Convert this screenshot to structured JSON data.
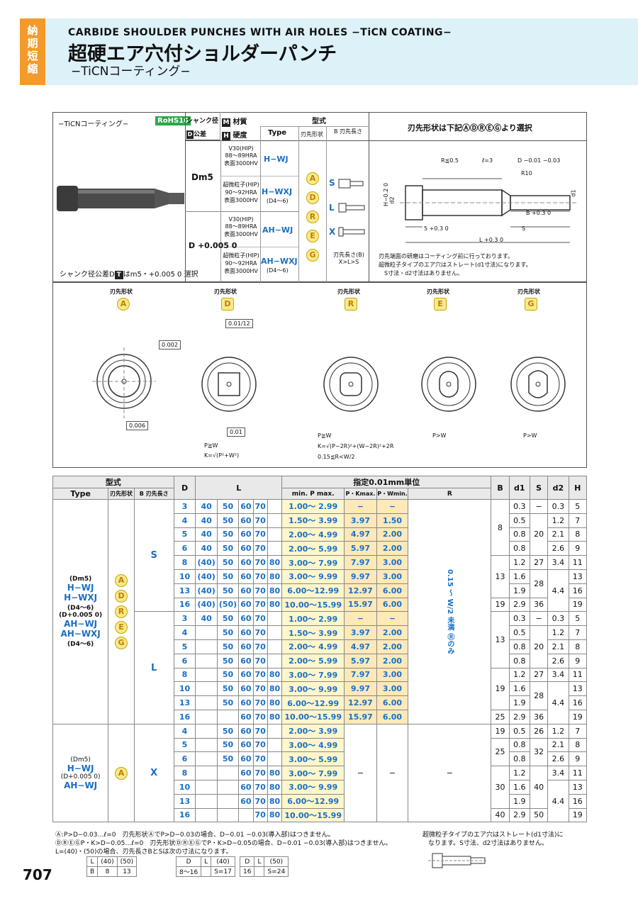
{
  "header": {
    "side_tab": [
      "納",
      "期",
      "短",
      "縮"
    ],
    "title_en": "CARBIDE SHOULDER PUNCHES WITH AIR HOLES −TiCN COATING−",
    "title_jp": "超硬エア穴付ショルダーパンチ",
    "subtitle_jp": "−TiCNコーティング−"
  },
  "top_panel": {
    "coating_label": "−TiCNコーティング−",
    "rohs": "RoHS10",
    "shank_note": "シャンク径公差D",
    "shank_note_tail": "はm5・+0.005 0 選択",
    "col_shank": "シャンク径",
    "col_tol": "公差",
    "col_material": "材質",
    "col_hardness": "硬度",
    "col_type_group": "型式",
    "col_type": "Type",
    "col_tip": "刃先形状",
    "col_b": "B 刃先長さ",
    "tip_select_title": "刃先形状は下記ⒶⒹⓇⒺⒼより選択",
    "rows": [
      {
        "shank": "Dm5",
        "mat1": "V30(HIP) 88〜89HRA 表面3000HV",
        "type1": "H−WJ",
        "mat2": "超微粒子(HIP) 90〜92HRA 表面3000HV",
        "type2": "H−WXJ",
        "range2": "(D4〜6)"
      },
      {
        "shank": "D +0.005 0",
        "mat1": "V30(HIP) 88〜89HRA 表面3000HV",
        "type1": "AH−WJ",
        "mat2": "超微粒子(HIP) 90〜92HRA 表面3000HV",
        "type2": "AH−WXJ",
        "range2": "(D4〜6)"
      }
    ],
    "tip_shapes": [
      "A",
      "D",
      "R",
      "E",
      "G"
    ],
    "b_shapes": [
      "S",
      "L",
      "X"
    ],
    "b_note": "刃先長さ(B) X>L>S",
    "drawing_notes": [
      "刃先端面の研磨はコーティング前に行っております。",
      "超微粒子タイプのエア穴はストレート(d1寸法)になります。",
      "S寸法・d2寸法はありません。"
    ],
    "dims": [
      "R≦0.5",
      "ℓ=3",
      "D −0.01 −0.03",
      "R10",
      "B +0.3 0",
      "S",
      "5 +0.3 0",
      "L +0.3 0",
      "H−0.2 0",
      "d2",
      "d1"
    ]
  },
  "tip_panel": {
    "label": "刃先形状",
    "shapes": [
      "A",
      "D",
      "R",
      "E",
      "G"
    ],
    "notes_d": [
      "P≧W",
      "K=√(P²+W²)"
    ],
    "notes_r": [
      "P≧W",
      "K=√(P−2R)²+(W−2R)²+2R",
      "0.15≦R<W/2"
    ],
    "notes_e": [
      "P>W"
    ],
    "notes_g": [
      "P>W"
    ],
    "tol_a": "0.002",
    "tol_a2": "0.006",
    "tol_d": "0.01/12",
    "tol_d2": "0.01"
  },
  "table": {
    "h_type_group": "型式",
    "h_type": "Type",
    "h_tip": "刃先形状",
    "h_b": "B 刃先長さ",
    "h_d": "D",
    "h_l": "L",
    "h_spec": "指定0.01mm単位",
    "h_a": "Ⓐ",
    "h_dreg": "ⒹⓇⒺⒼ",
    "h_r": "Ⓡ",
    "h_a_sub": "min. P max.",
    "h_pk": "P・Kmax.",
    "h_pw": "P・Wmin.",
    "h_r_sub": "R",
    "h_B": "B",
    "h_d1": "d1",
    "h_S": "S",
    "h_d2": "d2",
    "h_H": "H",
    "r_note": "0.15 〜 W/2 未満 Ⓡのみ",
    "group1_types": [
      "(Dm5)",
      "H−WJ",
      "H−WXJ",
      "(D4〜6)",
      "(D+0.005 0)",
      "AH−WJ",
      "AH−WXJ",
      "(D4〜6)"
    ],
    "group1_tips": [
      "A",
      "D",
      "R",
      "E",
      "G"
    ],
    "group2_types": [
      "(Dm5)",
      "H−WJ",
      "(D+0.005 0)",
      "AH−WJ"
    ],
    "group2_tips": [
      "A"
    ],
    "rows": [
      [
        "S",
        "3",
        "40",
        "50",
        "60",
        "70",
        "",
        "1.00〜 2.99",
        "−",
        "−",
        "8",
        "0.3",
        "−",
        "0.3",
        "5"
      ],
      [
        "S",
        "4",
        "40",
        "50",
        "60",
        "70",
        "",
        "1.50〜 3.99",
        "3.97",
        "1.50",
        "8",
        "0.5",
        "20",
        "1.2",
        "7"
      ],
      [
        "S",
        "5",
        "40",
        "50",
        "60",
        "70",
        "",
        "2.00〜 4.99",
        "4.97",
        "2.00",
        "8",
        "0.8",
        "20",
        "2.1",
        "8"
      ],
      [
        "S",
        "6",
        "40",
        "50",
        "60",
        "70",
        "",
        "2.00〜 5.99",
        "5.97",
        "2.00",
        "8",
        "0.8",
        "20",
        "2.6",
        "9"
      ],
      [
        "S",
        "8",
        "(40)",
        "50",
        "60",
        "70",
        "80",
        "3.00〜 7.99",
        "7.97",
        "3.00",
        "13",
        "1.2",
        "27",
        "3.4",
        "11"
      ],
      [
        "S",
        "10",
        "(40)",
        "50",
        "60",
        "70",
        "80",
        "3.00〜 9.99",
        "9.97",
        "3.00",
        "13",
        "1.6",
        "28",
        "4.4",
        "13"
      ],
      [
        "S",
        "13",
        "(40)",
        "50",
        "60",
        "70",
        "80",
        "6.00〜12.99",
        "12.97",
        "6.00",
        "13",
        "1.9",
        "28",
        "4.4",
        "16"
      ],
      [
        "S",
        "16",
        "(40)",
        "(50)",
        "60",
        "70",
        "80",
        "10.00〜15.99",
        "15.97",
        "6.00",
        "19",
        "2.9",
        "36",
        "4.4",
        "19"
      ],
      [
        "L",
        "3",
        "40",
        "50",
        "60",
        "70",
        "",
        "1.00〜 2.99",
        "−",
        "−",
        "13",
        "0.3",
        "−",
        "0.3",
        "5"
      ],
      [
        "L",
        "4",
        "",
        "50",
        "60",
        "70",
        "",
        "1.50〜 3.99",
        "3.97",
        "2.00",
        "13",
        "0.5",
        "20",
        "1.2",
        "7"
      ],
      [
        "L",
        "5",
        "",
        "50",
        "60",
        "70",
        "",
        "2.00〜 4.99",
        "4.97",
        "2.00",
        "13",
        "0.8",
        "20",
        "2.1",
        "8"
      ],
      [
        "L",
        "6",
        "",
        "50",
        "60",
        "70",
        "",
        "2.00〜 5.99",
        "5.97",
        "2.00",
        "13",
        "0.8",
        "20",
        "2.6",
        "9"
      ],
      [
        "L",
        "8",
        "",
        "50",
        "60",
        "70",
        "80",
        "3.00〜 7.99",
        "7.97",
        "3.00",
        "19",
        "1.2",
        "27",
        "3.4",
        "11"
      ],
      [
        "L",
        "10",
        "",
        "50",
        "60",
        "70",
        "80",
        "3.00〜 9.99",
        "9.97",
        "3.00",
        "19",
        "1.6",
        "28",
        "4.4",
        "13"
      ],
      [
        "L",
        "13",
        "",
        "50",
        "60",
        "70",
        "80",
        "6.00〜12.99",
        "12.97",
        "6.00",
        "19",
        "1.9",
        "28",
        "4.4",
        "16"
      ],
      [
        "L",
        "16",
        "",
        "",
        "60",
        "70",
        "80",
        "10.00〜15.99",
        "15.97",
        "6.00",
        "25",
        "2.9",
        "36",
        "4.4",
        "19"
      ],
      [
        "X",
        "4",
        "",
        "50",
        "60",
        "70",
        "",
        "2.00〜 3.99",
        "",
        "",
        "19",
        "0.5",
        "26",
        "1.2",
        "7"
      ],
      [
        "X",
        "5",
        "",
        "50",
        "60",
        "70",
        "",
        "3.00〜 4.99",
        "",
        "",
        "25",
        "0.8",
        "32",
        "2.1",
        "8"
      ],
      [
        "X",
        "6",
        "",
        "50",
        "60",
        "70",
        "",
        "3.00〜 5.99",
        "",
        "",
        "25",
        "0.8",
        "32",
        "2.6",
        "9"
      ],
      [
        "X",
        "8",
        "",
        "",
        "60",
        "70",
        "80",
        "3.00〜 7.99",
        "−",
        "−",
        "30",
        "1.2",
        "40",
        "3.4",
        "11"
      ],
      [
        "X",
        "10",
        "",
        "",
        "60",
        "70",
        "80",
        "3.00〜 9.99",
        "",
        "",
        "30",
        "1.6",
        "40",
        "4.4",
        "13"
      ],
      [
        "X",
        "13",
        "",
        "",
        "60",
        "70",
        "80",
        "6.00〜12.99",
        "",
        "",
        "30",
        "1.9",
        "40",
        "4.4",
        "16"
      ],
      [
        "X",
        "16",
        "",
        "",
        "",
        "70",
        "80",
        "10.00〜15.99",
        "",
        "",
        "40",
        "2.9",
        "50",
        "4.4",
        "19"
      ]
    ]
  },
  "footnotes": {
    "left": [
      "Ⓐ:P>D−0.03…ℓ=0　刃先形状ⒶでP>D−0.03の場合、D−0.01 −0.03(導入部)はつきません。",
      "ⒹⓇⒺⒼP・K>D−0.05…ℓ=0　刃先形状ⒹⓇⒺⒼでP・K>D−0.05の場合、D−0.01 −0.03(導入部)はつきません。",
      "L=(40)・(50)の場合、刃先長さBとSは次の寸法になります。"
    ],
    "right": [
      "超微粒子タイプのエア穴はストレート(d1寸法)に",
      "なります。S寸法、d2寸法はありません。"
    ],
    "mini1": {
      "h": [
        "L",
        "(40)",
        "(50)"
      ],
      "r": [
        "B",
        "8",
        "13"
      ]
    },
    "mini2": {
      "h": [
        "D",
        "L",
        "(40)"
      ],
      "r": [
        "8〜16",
        "",
        "S=17"
      ]
    },
    "mini3": {
      "h": [
        "D",
        "L",
        "(50)"
      ],
      "r": [
        "16",
        "",
        "S=24"
      ]
    }
  },
  "page_number": "707"
}
